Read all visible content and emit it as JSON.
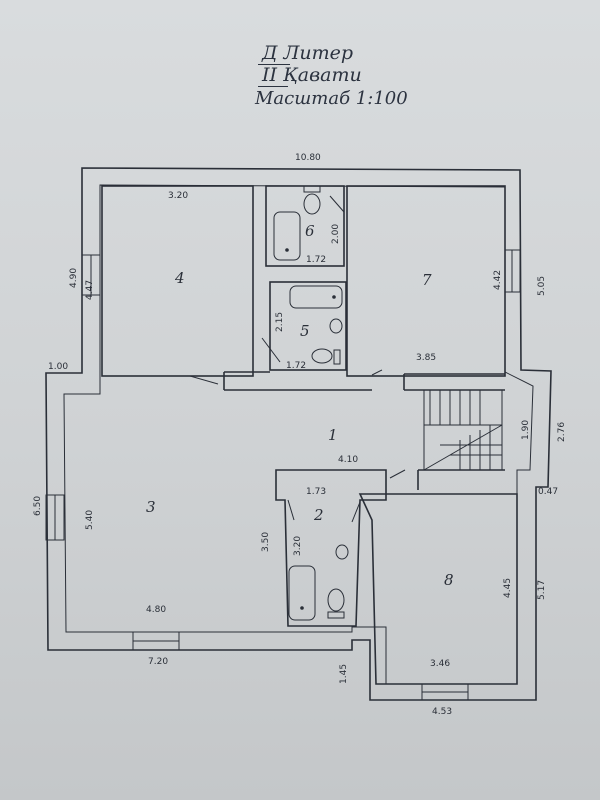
{
  "header": {
    "line1": "Д  Литер",
    "line2": "II Қавати",
    "line3": "Масштаб 1:100"
  },
  "rooms": [
    "1",
    "2",
    "3",
    "4",
    "5",
    "6",
    "7",
    "8"
  ],
  "dimensions": {
    "top_width": "10.80",
    "r4_width": "3.20",
    "r4_height": "4.47",
    "left_upper": "4.90",
    "r6_width": "1.72",
    "r6_height": "2.00",
    "r5_width": "1.72",
    "r5_height": "2.15",
    "r7_height": "4.42",
    "right_upper": "5.05",
    "r7_width": "3.85",
    "step_left": "1.00",
    "stair_height": "1.90",
    "right_mid": "2.76",
    "hall_width": "4.10",
    "r2_width": "1.73",
    "r2_height": "3.20",
    "r2_outer": "3.50",
    "offset_right": "0.47",
    "left_lower": "6.50",
    "r3_height": "5.40",
    "r3_width": "4.80",
    "bottom_left": "7.20",
    "r8_height": "4.45",
    "right_lower": "5.17",
    "step_bottom": "1.45",
    "r8_width": "3.46",
    "bottom_right": "4.53"
  }
}
